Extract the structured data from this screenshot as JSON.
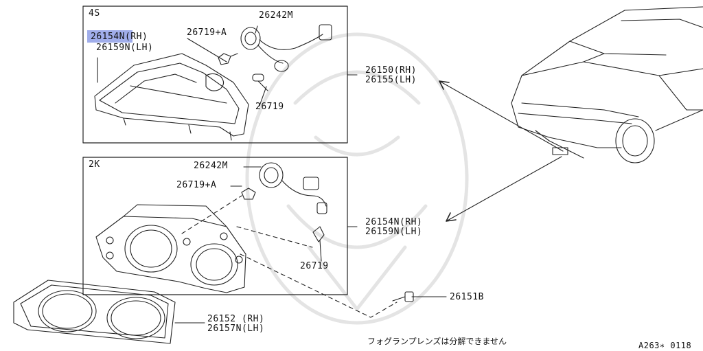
{
  "box_4s": {
    "title": "4S",
    "label_26154n_rh": "26154N(RH)",
    "label_26159n_lh": "26159N(LH)",
    "label_26719a": "26719+A",
    "label_26242m": "26242M",
    "label_26719": "26719"
  },
  "box_2k": {
    "title": "2K",
    "label_26242m": "26242M",
    "label_26719a": "26719+A",
    "label_26719": "26719"
  },
  "right_labels": {
    "upper_rh": "26150(RH)",
    "upper_lh": "26155(LH)",
    "lower_rh": "26154N(RH)",
    "lower_lh": "26159N(LH)",
    "bolt": "26151B"
  },
  "bezel_labels": {
    "rh": "26152 (RH)",
    "lh": "26157N(LH)"
  },
  "footer": {
    "note_jp": "フォグランプレンズは分解できません",
    "code": "A263∗ 0118"
  },
  "colors": {
    "line": "#222222",
    "highlight": "#8f9fe6",
    "watermark": "#e6e6e6"
  }
}
